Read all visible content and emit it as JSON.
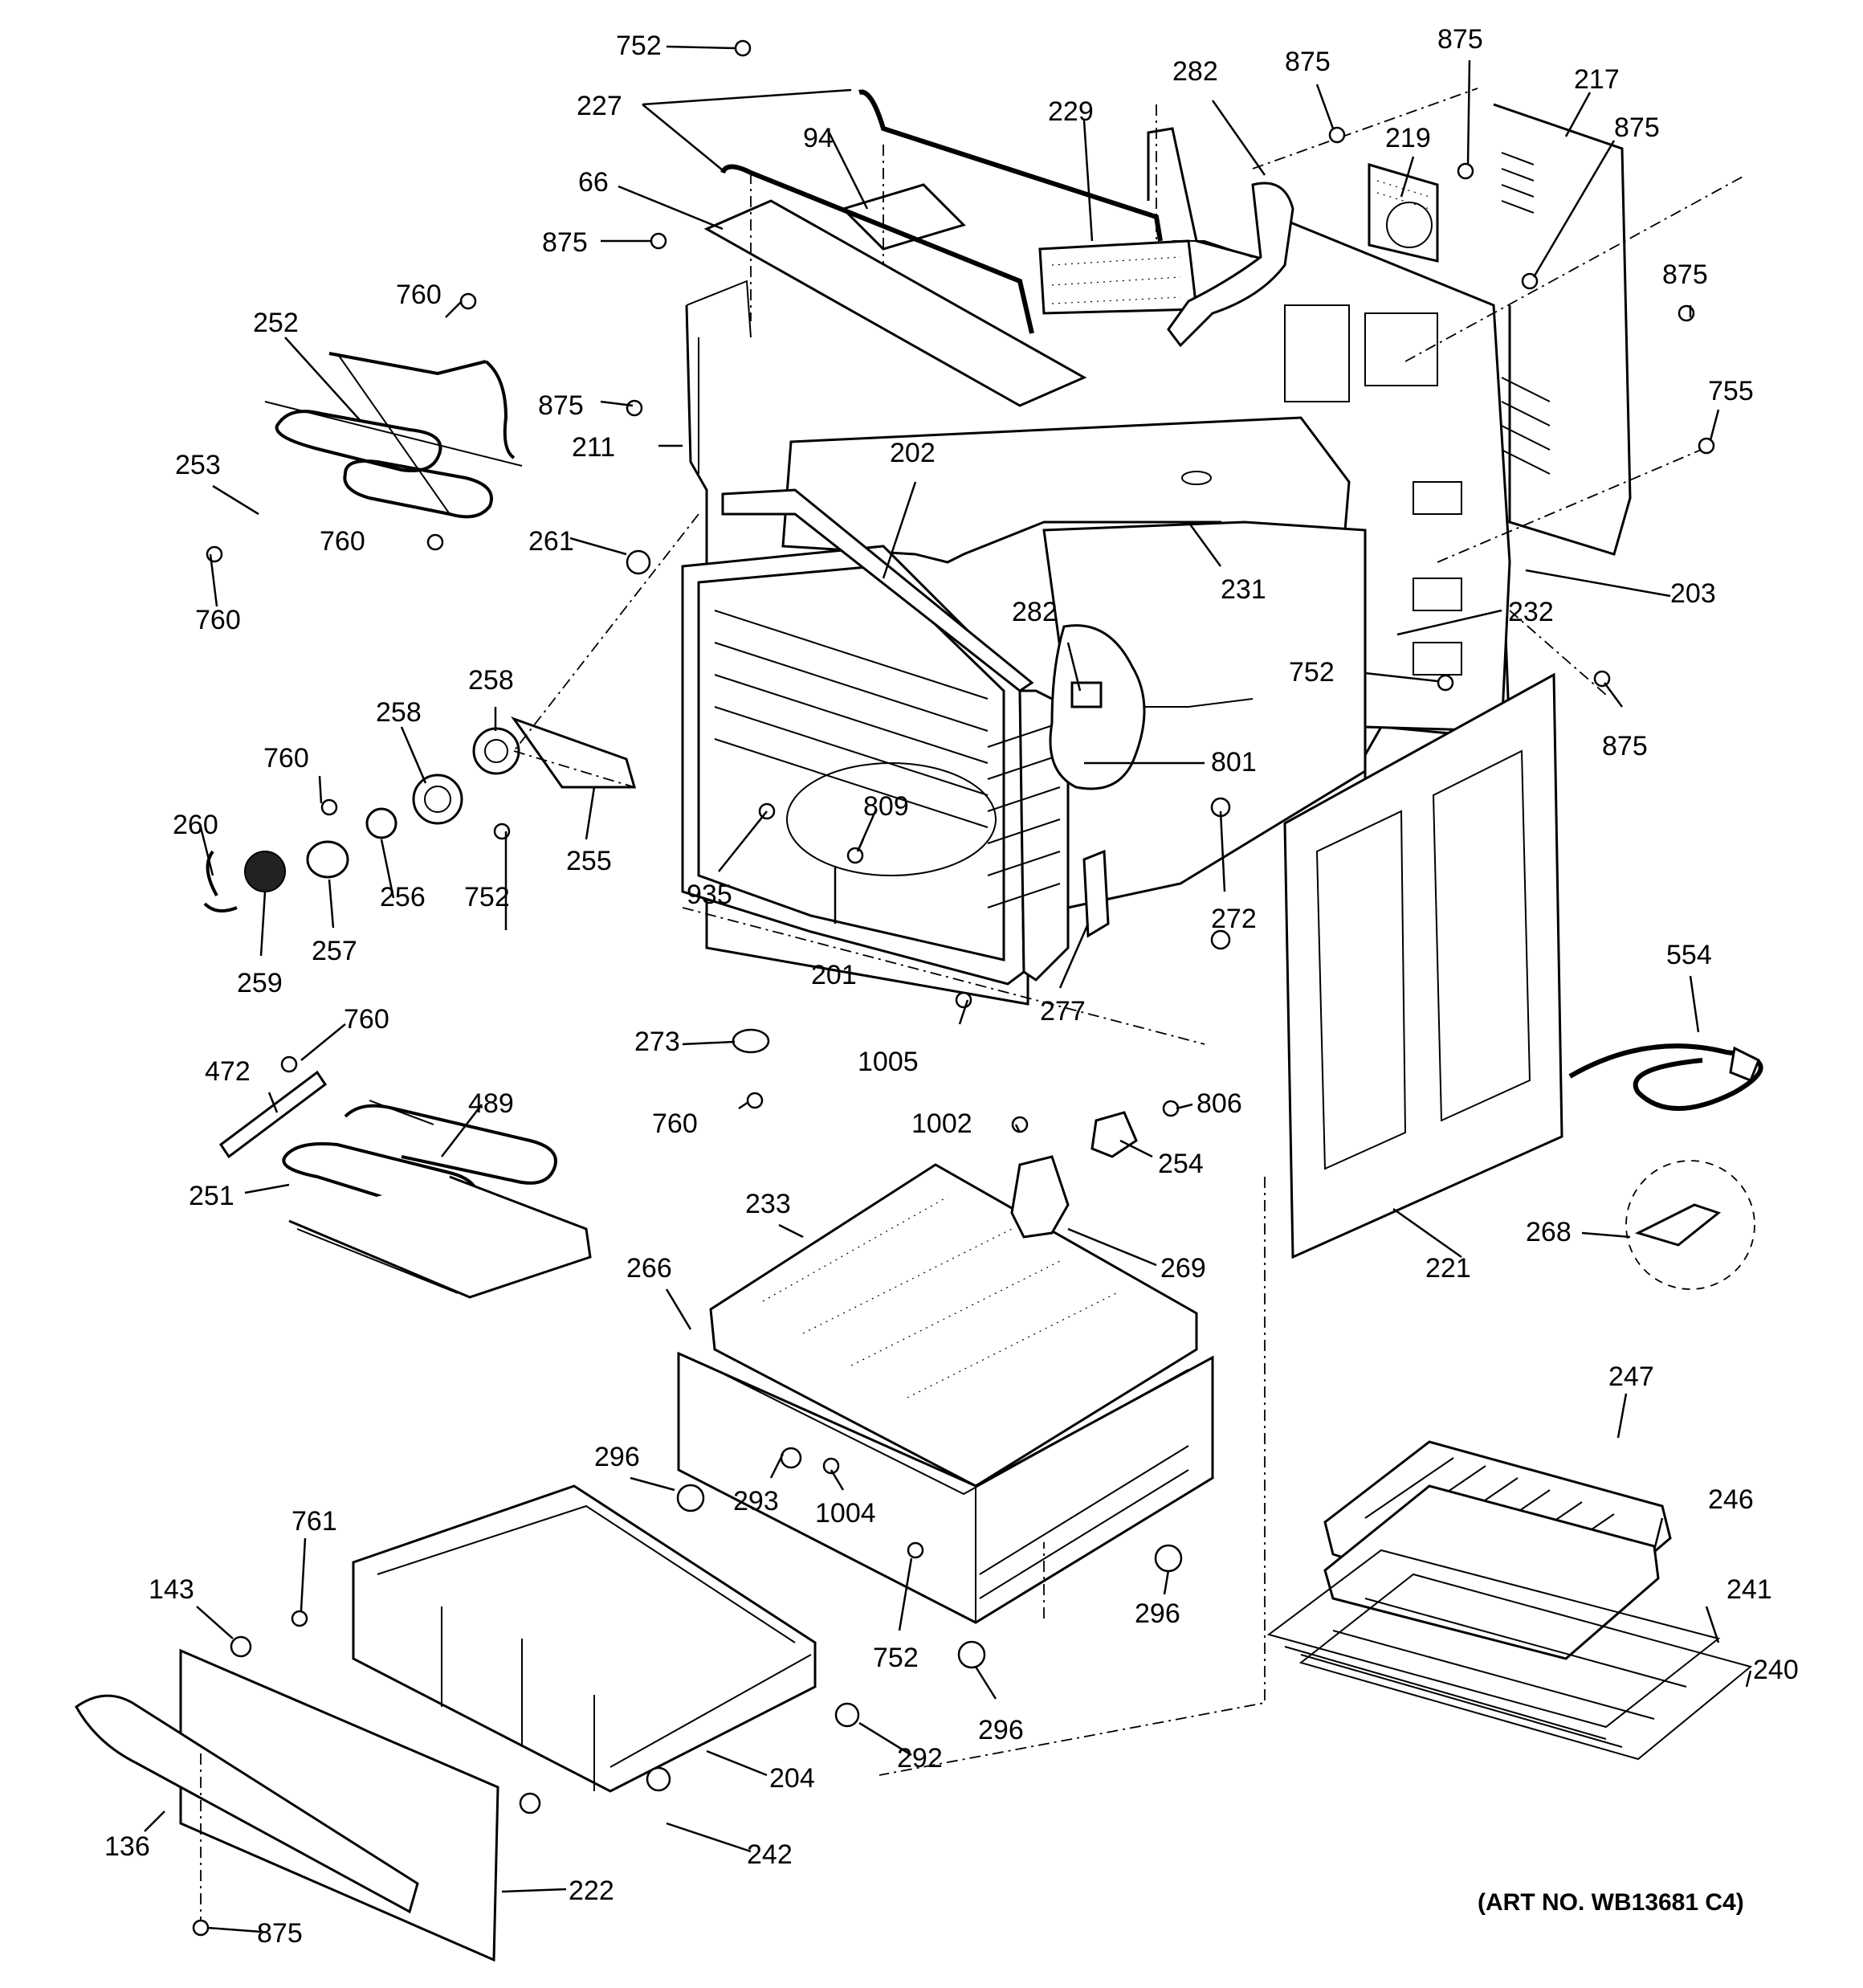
{
  "diagram": {
    "art_number": "(ART NO. WB13681 C4)",
    "parts": [
      {
        "id": "p752a",
        "label": "752"
      },
      {
        "id": "p227",
        "label": "227"
      },
      {
        "id": "p94",
        "label": "94"
      },
      {
        "id": "p66",
        "label": "66"
      },
      {
        "id": "p875a",
        "label": "875"
      },
      {
        "id": "p229",
        "label": "229"
      },
      {
        "id": "p282a",
        "label": "282"
      },
      {
        "id": "p875b",
        "label": "875"
      },
      {
        "id": "p219",
        "label": "219"
      },
      {
        "id": "p875c",
        "label": "875"
      },
      {
        "id": "p217",
        "label": "217"
      },
      {
        "id": "p875d",
        "label": "875"
      },
      {
        "id": "p760a",
        "label": "760"
      },
      {
        "id": "p252",
        "label": "252"
      },
      {
        "id": "p875e",
        "label": "875"
      },
      {
        "id": "p875f",
        "label": "875"
      },
      {
        "id": "p755",
        "label": "755"
      },
      {
        "id": "p211",
        "label": "211"
      },
      {
        "id": "p202",
        "label": "202"
      },
      {
        "id": "p253",
        "label": "253"
      },
      {
        "id": "p760b",
        "label": "760"
      },
      {
        "id": "p261",
        "label": "261"
      },
      {
        "id": "p231",
        "label": "231"
      },
      {
        "id": "p203",
        "label": "203"
      },
      {
        "id": "p760c",
        "label": "760"
      },
      {
        "id": "p282b",
        "label": "282"
      },
      {
        "id": "p232",
        "label": "232"
      },
      {
        "id": "p752b",
        "label": "752"
      },
      {
        "id": "p258a",
        "label": "258"
      },
      {
        "id": "p258b",
        "label": "258"
      },
      {
        "id": "p875g",
        "label": "875"
      },
      {
        "id": "p801",
        "label": "801"
      },
      {
        "id": "p760d",
        "label": "760"
      },
      {
        "id": "p809",
        "label": "809"
      },
      {
        "id": "p260",
        "label": "260"
      },
      {
        "id": "p255",
        "label": "255"
      },
      {
        "id": "p256",
        "label": "256"
      },
      {
        "id": "p752c",
        "label": "752"
      },
      {
        "id": "p935",
        "label": "935"
      },
      {
        "id": "p272",
        "label": "272"
      },
      {
        "id": "p257",
        "label": "257"
      },
      {
        "id": "p201",
        "label": "201"
      },
      {
        "id": "p259",
        "label": "259"
      },
      {
        "id": "p554",
        "label": "554"
      },
      {
        "id": "p277",
        "label": "277"
      },
      {
        "id": "p760e",
        "label": "760"
      },
      {
        "id": "p472",
        "label": "472"
      },
      {
        "id": "p273",
        "label": "273"
      },
      {
        "id": "p1005",
        "label": "1005"
      },
      {
        "id": "p489",
        "label": "489"
      },
      {
        "id": "p760f",
        "label": "760"
      },
      {
        "id": "p1002",
        "label": "1002"
      },
      {
        "id": "p806",
        "label": "806"
      },
      {
        "id": "p254",
        "label": "254"
      },
      {
        "id": "p251",
        "label": "251"
      },
      {
        "id": "p233",
        "label": "233"
      },
      {
        "id": "p268",
        "label": "268"
      },
      {
        "id": "p269",
        "label": "269"
      },
      {
        "id": "p221",
        "label": "221"
      },
      {
        "id": "p266",
        "label": "266"
      },
      {
        "id": "p247",
        "label": "247"
      },
      {
        "id": "p296a",
        "label": "296"
      },
      {
        "id": "p293",
        "label": "293"
      },
      {
        "id": "p1004",
        "label": "1004"
      },
      {
        "id": "p761",
        "label": "761"
      },
      {
        "id": "p246",
        "label": "246"
      },
      {
        "id": "p143",
        "label": "143"
      },
      {
        "id": "p296b",
        "label": "296"
      },
      {
        "id": "p241",
        "label": "241"
      },
      {
        "id": "p240",
        "label": "240"
      },
      {
        "id": "p752d",
        "label": "752"
      },
      {
        "id": "p296c",
        "label": "296"
      },
      {
        "id": "p292",
        "label": "292"
      },
      {
        "id": "p204",
        "label": "204"
      },
      {
        "id": "p136",
        "label": "136"
      },
      {
        "id": "p242",
        "label": "242"
      },
      {
        "id": "p222",
        "label": "222"
      },
      {
        "id": "p875h",
        "label": "875"
      }
    ]
  }
}
